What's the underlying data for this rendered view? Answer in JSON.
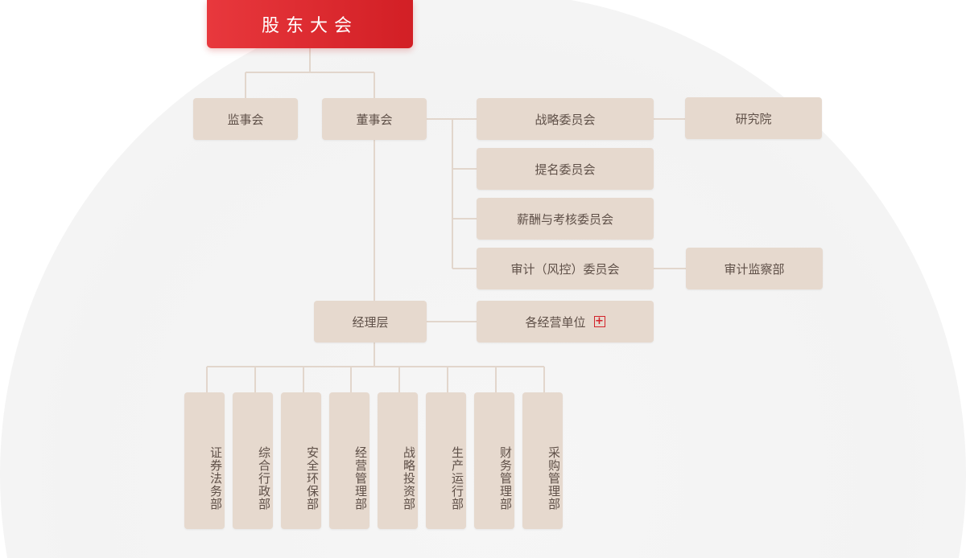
{
  "root": "股东大会",
  "level1": {
    "supervisory": "监事会",
    "board": "董事会"
  },
  "committees": [
    "战略委员会",
    "提名委员会",
    "薪酬与考核委员会",
    "审计（风控）委员会"
  ],
  "right_units": {
    "research": "研究院",
    "audit_dept": "审计监察部"
  },
  "management": "经理层",
  "business_units": "各经营单位",
  "departments": [
    "证券法务部",
    "综合行政部",
    "安全环保部",
    "经营管理部",
    "战略投资部",
    "生产运行部",
    "财务管理部",
    "采购管理部"
  ],
  "colors": {
    "root_red": "#d21f25",
    "node_bg": "#e6d9ce",
    "line": "#e2d6cc"
  }
}
